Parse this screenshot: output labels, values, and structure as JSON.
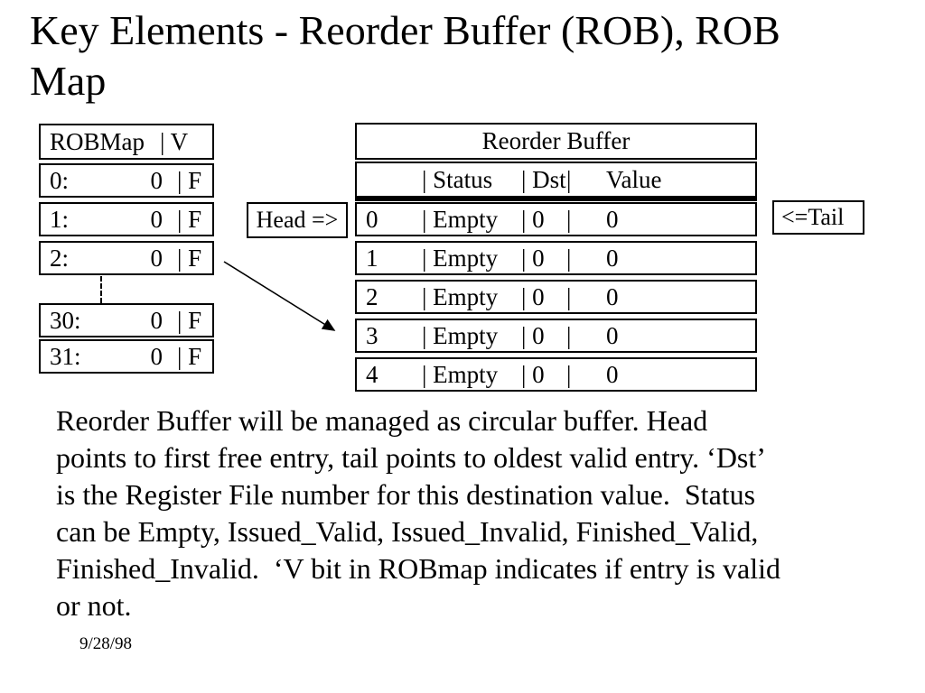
{
  "slide": {
    "title": "Key Elements - Reorder Buffer (ROB), ROB\nMap",
    "body": "Reorder Buffer will be managed as circular buffer. Head\npoints to first free entry, tail points to oldest valid entry. ‘Dst’\nis the Register File number for this destination value.  Status\ncan be Empty, Issued_Valid, Issued_Invalid, Finished_Valid,\nFinished_Invalid.  ‘V bit in ROBmap indicates if entry is valid\nor not.",
    "date": "9/28/98"
  },
  "robmap": {
    "header": {
      "name": "ROBMap",
      "v_col": "| V"
    },
    "rows": [
      {
        "label": "0:",
        "value": "0",
        "flag": "| F"
      },
      {
        "label": "1:",
        "value": "0",
        "flag": "| F"
      },
      {
        "label": "2:",
        "value": "0",
        "flag": "| F"
      },
      {
        "label": "30:",
        "value": "0",
        "flag": "| F"
      },
      {
        "label": "31:",
        "value": "0",
        "flag": "| F"
      }
    ]
  },
  "rob": {
    "title": "Reorder Buffer",
    "header": {
      "index": "",
      "status": "| Status",
      "dst": "| Dst",
      "bar": "|",
      "value": "Value"
    },
    "rows": [
      {
        "index": "0",
        "status": "| Empty",
        "dst": "| 0",
        "bar": "|",
        "value": "0"
      },
      {
        "index": "1",
        "status": "| Empty",
        "dst": "| 0",
        "bar": "|",
        "value": "0"
      },
      {
        "index": "2",
        "status": "| Empty",
        "dst": "| 0",
        "bar": "|",
        "value": "0"
      },
      {
        "index": "3",
        "status": "| Empty",
        "dst": "| 0",
        "bar": "|",
        "value": "0"
      },
      {
        "index": "4",
        "status": "| Empty",
        "dst": "| 0",
        "bar": "|",
        "value": "0"
      }
    ]
  },
  "pointers": {
    "head": "Head =>",
    "tail": "<=Tail"
  }
}
